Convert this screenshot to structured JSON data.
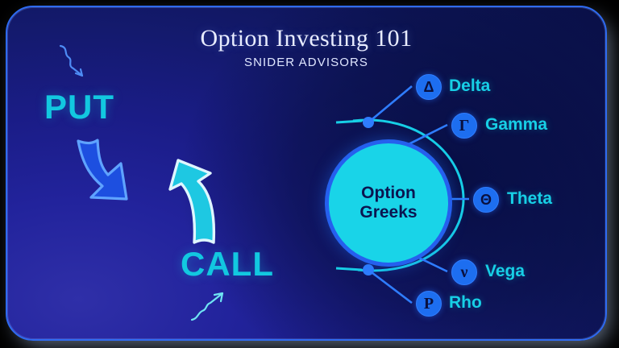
{
  "header": {
    "title": "Option Investing 101",
    "subtitle": "SNIDER ADVISORS"
  },
  "concepts": {
    "put_label": "PUT",
    "call_label": "CALL",
    "put_arrow_icon": "thick-down-right-arrow-icon",
    "call_arrow_icon": "thick-up-left-arrow-icon",
    "put_squiggle_icon": "squiggly-down-arrow-icon",
    "call_squiggle_icon": "squiggly-up-arrow-icon"
  },
  "greeks": {
    "hub_line1": "Option",
    "hub_line2": "Greeks",
    "items": [
      {
        "label": "Delta",
        "symbol": "Δ",
        "icon": "delta-badge-icon"
      },
      {
        "label": "Gamma",
        "symbol": "Γ",
        "icon": "gamma-badge-icon"
      },
      {
        "label": "Theta",
        "symbol": "Θ",
        "icon": "theta-badge-icon"
      },
      {
        "label": "Vega",
        "symbol": "ν",
        "icon": "vega-badge-icon"
      },
      {
        "label": "Rho",
        "symbol": "Ρ",
        "icon": "rho-badge-icon"
      }
    ]
  },
  "colors": {
    "panel_border": "#2f6bf2",
    "accent_cyan": "#17cfe6",
    "accent_blue": "#1d6ef0",
    "hub_fill": "#19d4e8",
    "text_light": "#e8ecff",
    "bg_deep": "#0a1048"
  }
}
